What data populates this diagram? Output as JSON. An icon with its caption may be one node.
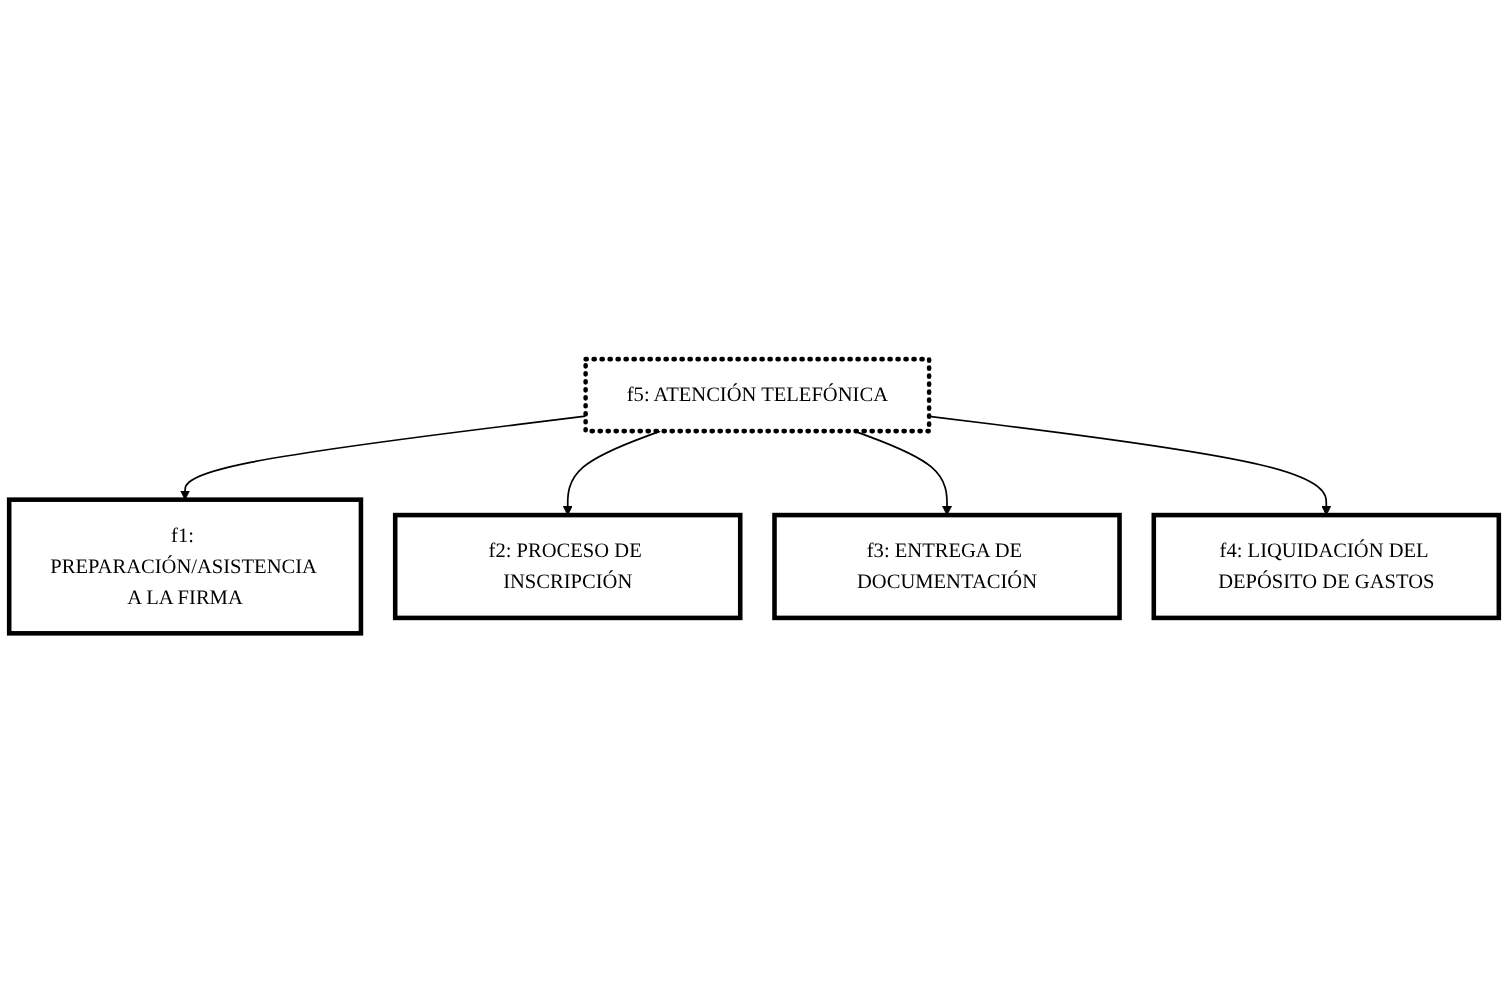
{
  "diagram": {
    "nodes": [
      {
        "text": [
          "f5: ATENCIÓN TELEFÓNICA"
        ]
      },
      {
        "text": [
          "f1: PREPARACIÓN/ASISTENCIA A LA FIRMA"
        ]
      },
      {
        "text": [
          "f2: PROCESO DE INSCRIPCIÓN"
        ]
      },
      {
        "text": [
          "f3: ENTREGA DE DOCUMENTACIÓN"
        ]
      },
      {
        "text": [
          "f4: LIQUIDACIÓN DEL DEPÓSITO DE GASTOS"
        ]
      }
    ],
    "edges": [
      {
        "from": 0,
        "to": 1,
        "arrow": "to"
      },
      {
        "from": 0,
        "to": 2,
        "arrow": "to"
      },
      {
        "from": 0,
        "to": 3,
        "arrow": "to"
      },
      {
        "from": 0,
        "to": 4,
        "arrow": "to"
      }
    ]
  }
}
